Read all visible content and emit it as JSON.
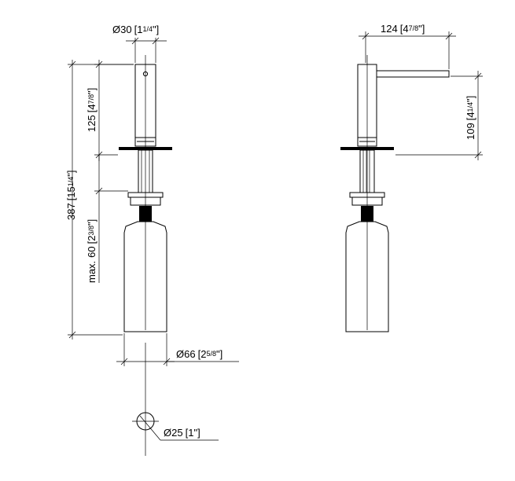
{
  "diagram": {
    "dimensions": {
      "top_diameter": {
        "symbol": "Ø",
        "mm": "30",
        "inch_whole": "1",
        "inch_frac": "1/4",
        "inch_mark": "\""
      },
      "spout_reach": {
        "mm": "124",
        "inch_whole": "4",
        "inch_frac": "7/8",
        "inch_mark": "\""
      },
      "spout_height": {
        "mm": "109",
        "inch_whole": "4",
        "inch_frac": "1/4",
        "inch_mark": "\""
      },
      "above_counter": {
        "mm": "125",
        "inch_whole": "4",
        "inch_frac": "7/8",
        "inch_mark": "\""
      },
      "overall_height": {
        "mm": "387",
        "inch_whole": "15",
        "inch_frac": "1/4",
        "inch_mark": "\""
      },
      "max_counter_thickness": {
        "prefix": "max.",
        "mm": "60",
        "inch_whole": "2",
        "inch_frac": "3/8",
        "inch_mark": "\""
      },
      "bottle_diameter": {
        "symbol": "Ø",
        "mm": "66",
        "inch_whole": "2",
        "inch_frac": "5/8",
        "inch_mark": "\""
      },
      "hole_diameter": {
        "symbol": "Ø",
        "mm": "25",
        "inch_whole": "1",
        "inch_mark": "\""
      }
    }
  }
}
